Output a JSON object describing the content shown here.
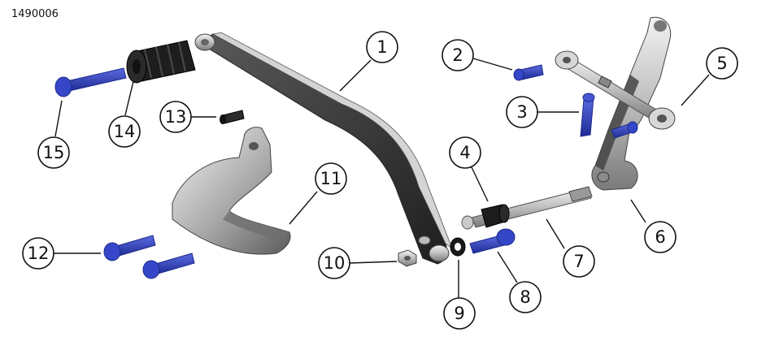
{
  "part_number": "1490006",
  "callouts": [
    "1",
    "2",
    "3",
    "4",
    "5",
    "6",
    "7",
    "8",
    "9",
    "10",
    "11",
    "12",
    "13",
    "14",
    "15"
  ],
  "colors": {
    "fastener_blue": "#2f3fbf",
    "fastener_blue_dark": "#1c2a8a",
    "metal_light": "#d9d9d9",
    "metal_dark": "#3a3a3a",
    "rubber": "#1e1e1e"
  }
}
